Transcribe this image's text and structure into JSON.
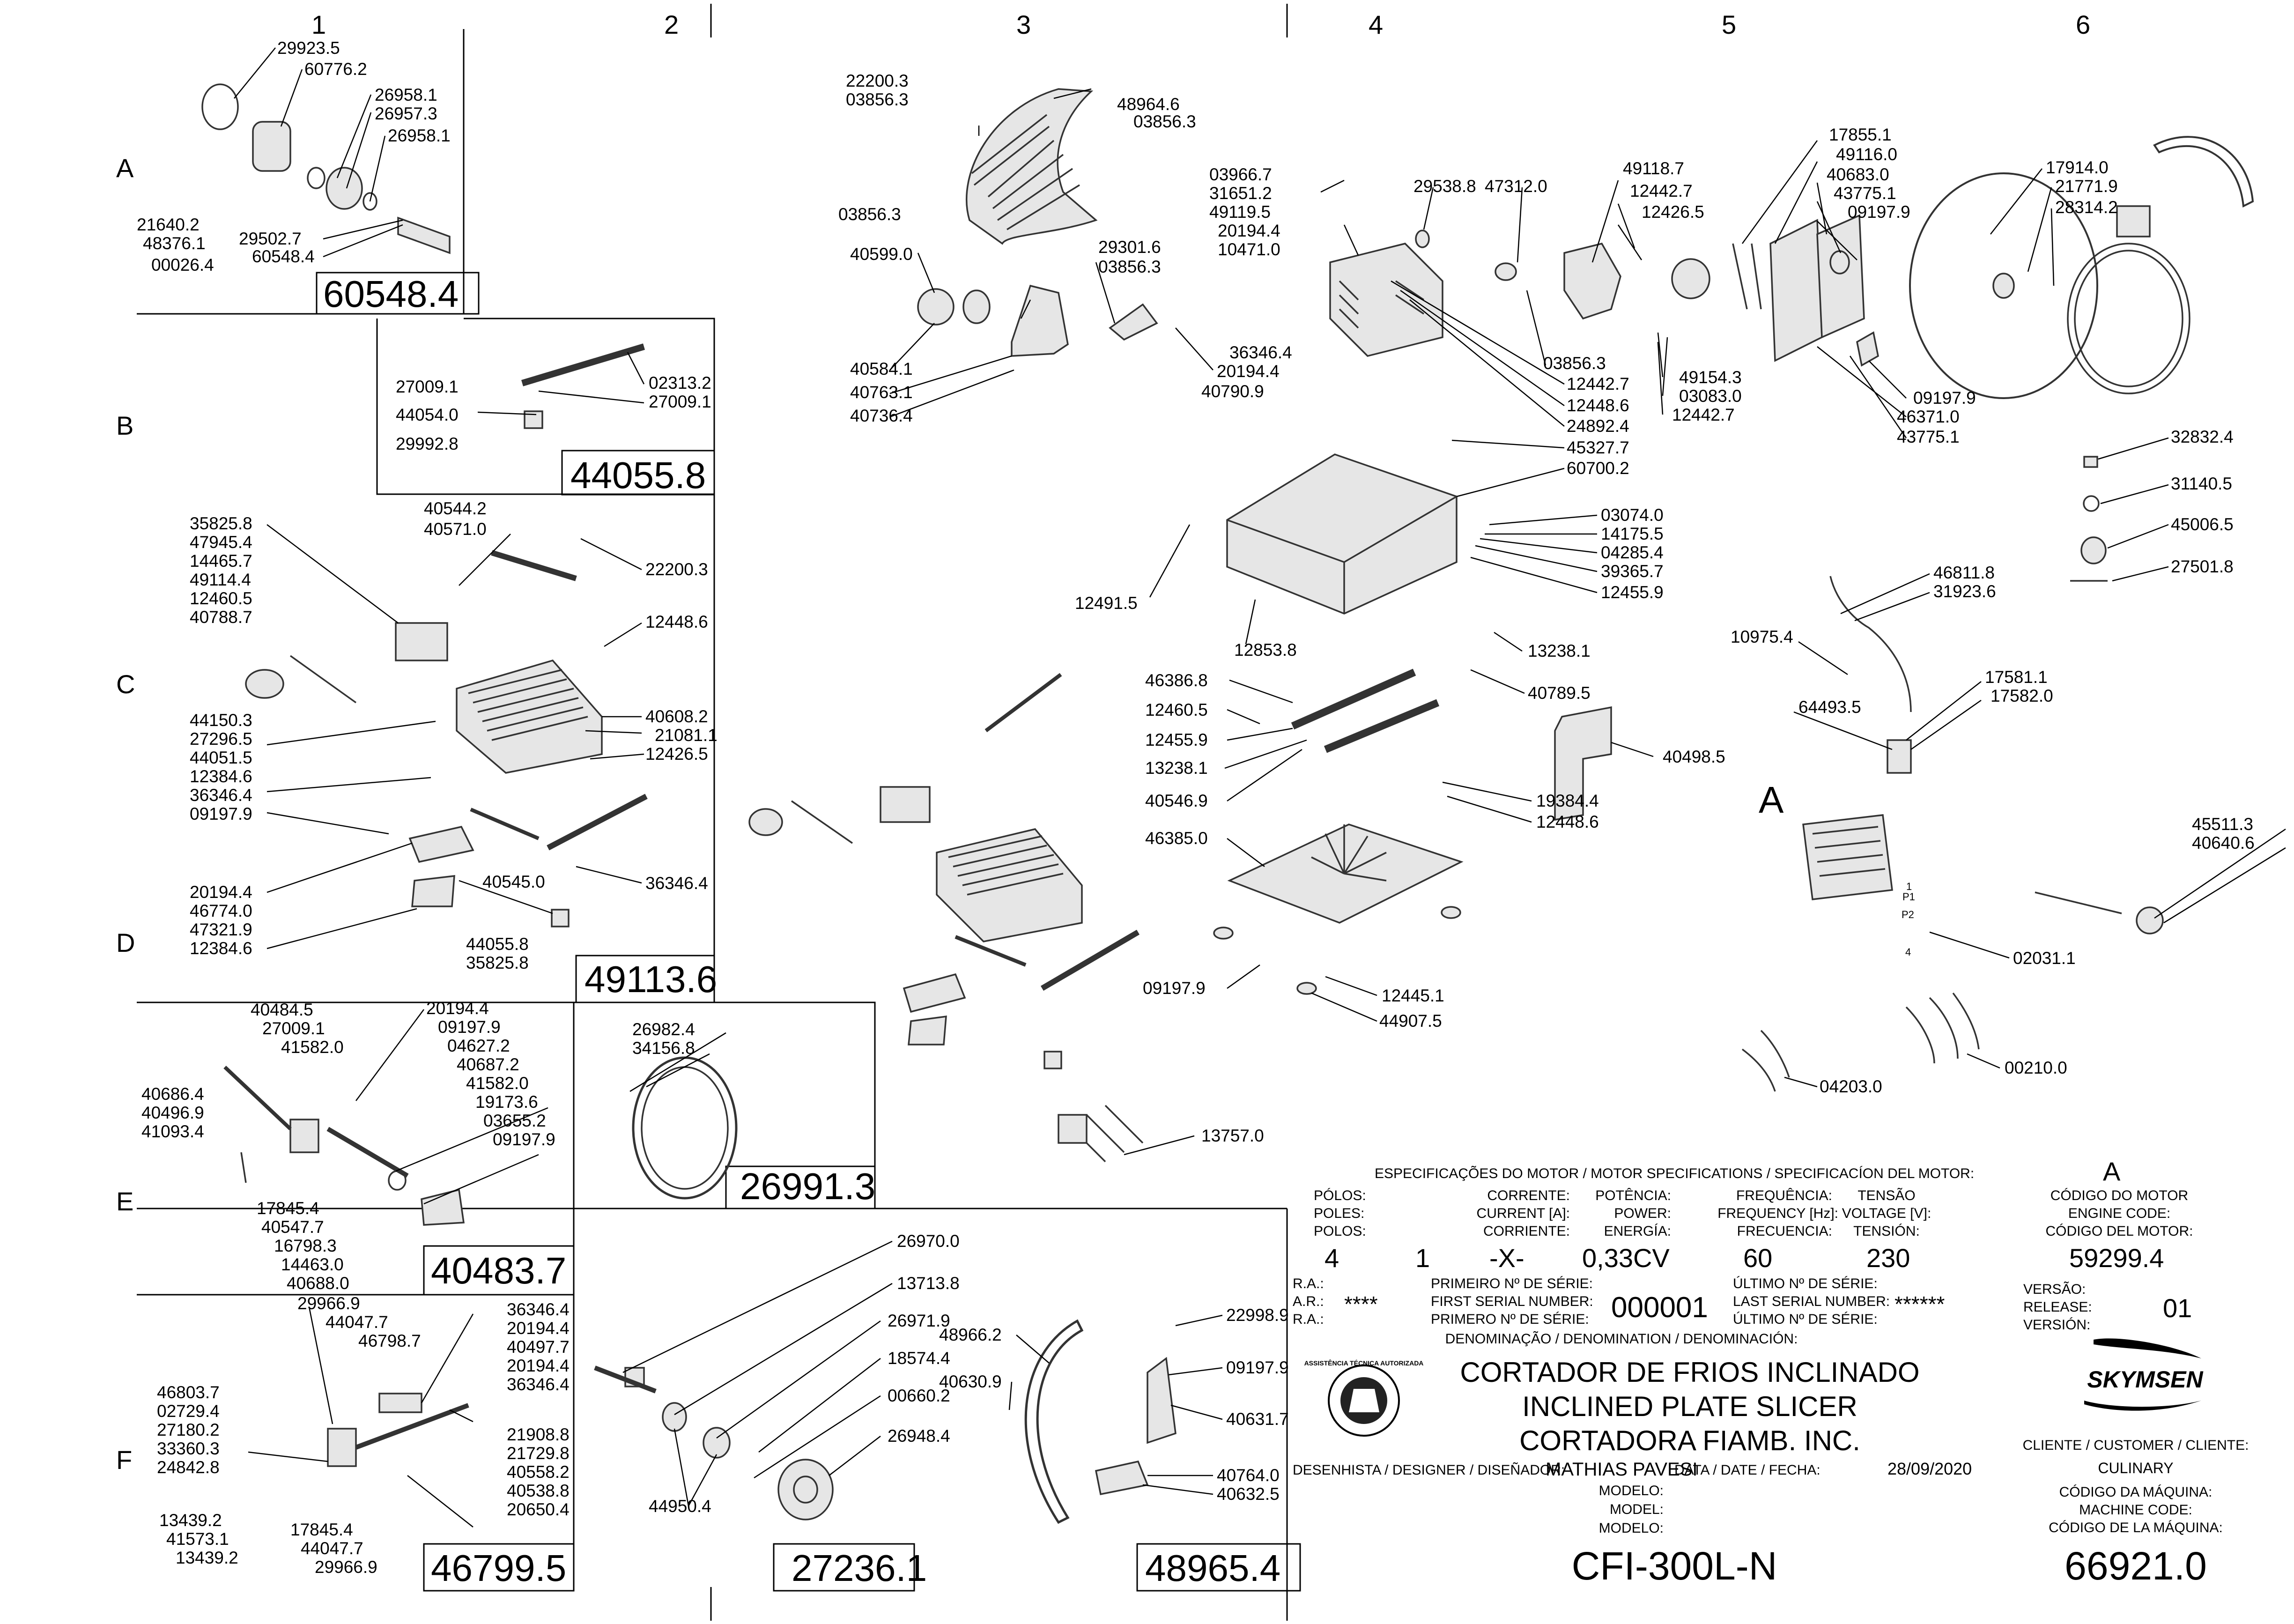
{
  "grid": {
    "columns": [
      "1",
      "2",
      "3",
      "4",
      "5",
      "6"
    ],
    "rows": [
      "A",
      "B",
      "C",
      "D",
      "E",
      "F"
    ]
  },
  "assemblies": [
    "60548.4",
    "44055.8",
    "49113.6",
    "26991.3",
    "40483.7",
    "46799.5",
    "27236.1",
    "48965.4"
  ],
  "motor_marker": "A",
  "parts": [
    "29923.5",
    "60776.2",
    "26958.1",
    "26957.3",
    "26958.1",
    "21640.2",
    "48376.1",
    "00026.4",
    "29502.7",
    "60548.4",
    "27009.1",
    "02313.2",
    "44054.0",
    "27009.1",
    "29992.8",
    "40544.2",
    "40571.0",
    "22200.3",
    "35825.8",
    "47945.4",
    "14465.7",
    "49114.4",
    "12460.5",
    "40788.7",
    "12448.6",
    "44150.3",
    "27296.5",
    "44051.5",
    "12384.6",
    "36346.4",
    "09197.9",
    "40608.2",
    "21081.1",
    "12426.5",
    "20194.4",
    "46774.0",
    "47321.9",
    "12384.6",
    "40545.0",
    "36346.4",
    "44055.8",
    "35825.8",
    "40484.5",
    "27009.1",
    "41582.0",
    "20194.4",
    "09197.9",
    "04627.2",
    "40687.2",
    "41582.0",
    "19173.6",
    "03655.2",
    "09197.9",
    "40686.4",
    "40496.9",
    "41093.4",
    "17845.4",
    "40547.7",
    "16798.3",
    "14463.0",
    "40688.0",
    "26982.4",
    "34156.8",
    "29966.9",
    "44047.7",
    "46798.7",
    "36346.4",
    "20194.4",
    "40497.7",
    "20194.4",
    "36346.4",
    "46803.7",
    "02729.4",
    "27180.2",
    "33360.3",
    "24842.8",
    "21908.8",
    "21729.8",
    "40558.2",
    "40538.8",
    "20650.4",
    "13439.2",
    "41573.1",
    "13439.2",
    "17845.4",
    "44047.7",
    "29966.9",
    "22200.3",
    "03856.3",
    "48964.6",
    "03856.3",
    "03856.3",
    "29301.6",
    "03856.3",
    "40599.0",
    "40584.1",
    "40763.1",
    "40736.4",
    "26970.0",
    "13713.8",
    "26971.9",
    "18574.4",
    "00660.2",
    "26948.4",
    "44950.4",
    "48966.2",
    "40630.9",
    "22998.9",
    "09197.9",
    "40631.7",
    "40764.0",
    "40632.5",
    "13757.0",
    "03966.7",
    "31651.2",
    "49119.5",
    "20194.4",
    "10471.0",
    "36346.4",
    "20194.4",
    "40790.9",
    "29538.8",
    "47312.0",
    "03856.3",
    "12442.7",
    "12448.6",
    "24892.4",
    "45327.7",
    "60700.2",
    "03074.0",
    "14175.5",
    "04285.4",
    "39365.7",
    "12455.9",
    "12491.5",
    "12853.8",
    "13238.1",
    "46386.8",
    "12460.5",
    "12455.9",
    "13238.1",
    "40546.9",
    "46385.0",
    "40789.5",
    "40498.5",
    "19384.4",
    "12448.6",
    "09197.9",
    "12445.1",
    "44907.5",
    "49118.7",
    "12442.7",
    "12426.5",
    "17855.1",
    "49116.0",
    "40683.0",
    "43775.1",
    "09197.9",
    "49154.3",
    "03083.0",
    "12442.7",
    "09197.9",
    "46371.0",
    "43775.1",
    "17914.0",
    "21771.9",
    "28314.2",
    "32832.4",
    "31140.5",
    "45006.5",
    "27501.8",
    "46811.8",
    "31923.6",
    "10975.4",
    "17581.1",
    "17582.0",
    "64493.5",
    "45511.3",
    "40640.6",
    "02031.1",
    "00210.0",
    "04203.0"
  ],
  "motor_terminals": [
    "1",
    "P1",
    "P2",
    "4"
  ],
  "title_block": {
    "motor_spec_title": "ESPECIFICAÇÕES DO MOTOR / MOTOR SPECIFICATIONS / SPECIFICACÍON DEL MOTOR:",
    "motor_letter": "A",
    "headers": {
      "poles": [
        "PÓLOS:",
        "POLES:",
        "POLOS:"
      ],
      "current": [
        "CORRENTE:",
        "CURRENT [A]:",
        "CORRIENTE:"
      ],
      "power": [
        "POTÊNCIA:",
        "POWER:",
        "ENERGÍA:"
      ],
      "frequency": [
        "FREQUÊNCIA:",
        "FREQUENCY [Hz]:",
        "FRECUENCIA:"
      ],
      "voltage": [
        "TENSÃO",
        "VOLTAGE [V]:",
        "TENSIÓN:"
      ],
      "motor_code": [
        "CÓDIGO DO MOTOR",
        "ENGINE CODE:",
        "CÓDIGO DEL MOTOR:"
      ]
    },
    "values": {
      "poles": "4",
      "current_a": "1",
      "current_b": "-X-",
      "power": "0,33CV",
      "frequency": "60",
      "voltage": "230",
      "motor_code": "59299.4"
    },
    "ra": [
      "R.A.:",
      "A.R.:",
      "R.A.:"
    ],
    "ra_value": "****",
    "first_serial": [
      "PRIMEIRO Nº DE SÉRIE:",
      "FIRST SERIAL NUMBER:",
      "PRIMERO Nº DE SÉRIE:"
    ],
    "first_serial_value": "000001",
    "last_serial": [
      "ÚLTIMO Nº DE SÉRIE:",
      "LAST SERIAL NUMBER:",
      "ÚLTIMO Nº DE SÉRIE:"
    ],
    "last_serial_value": "******",
    "version": [
      "VERSÃO:",
      "RELEASE:",
      "VERSIÓN:"
    ],
    "version_value": "01",
    "denomination_label": "DENOMINAÇÃO / DENOMINATION / DENOMINACIÓN:",
    "denomination": [
      "CORTADOR DE FRIOS INCLINADO",
      "INCLINED PLATE SLICER",
      "CORTADORA FIAMB. INC."
    ],
    "brand": "SKYMSEN",
    "stamp_text": "ASSISTÊNCIA TÉCNICA AUTORIZADA",
    "customer_label": "CLIENTE / CUSTOMER / CLIENTE:",
    "customer": "CULINARY",
    "designer_label": "DESENHISTA / DESIGNER / DISEÑADOR:",
    "designer": "MATHIAS PAVESI",
    "date_label": "DATA / DATE / FECHA:",
    "date": "28/09/2020",
    "model_label": [
      "MODELO:",
      "MODEL:",
      "MODELO:"
    ],
    "model": "CFI-300L-N",
    "machine_code_label": [
      "CÓDIGO DA MÁQUINA:",
      "MACHINE CODE:",
      "CÓDIGO DE LA MÁQUINA:"
    ],
    "machine_code": "66921.0"
  }
}
